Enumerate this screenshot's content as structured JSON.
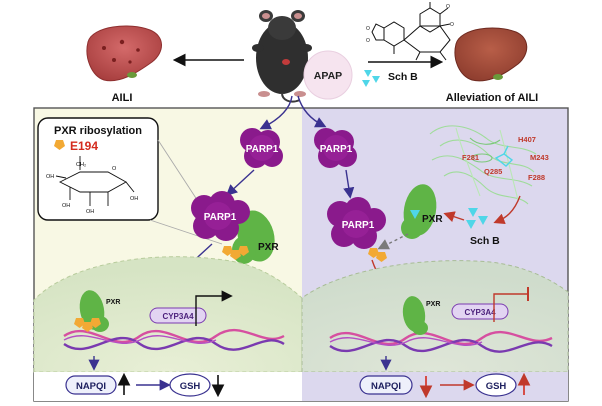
{
  "top": {
    "left_outcome": "AILI",
    "right_outcome": "Alleviation of AILI",
    "drug_label": "APAP",
    "compound_label": "Sch B"
  },
  "left_panel": {
    "ribosylation_title": "PXR ribosylation",
    "residue": "E194",
    "ch2": "CH₂",
    "oh_labels": [
      "OH",
      "OH",
      "OH",
      "OH"
    ],
    "ring_o": "O",
    "parp1_top": "PARP1",
    "parp1_complex": "PARP1",
    "pxr_complex": "PXR",
    "pxr_nucleus": "PXR",
    "gene": "CYP3A4",
    "napqi": "NAPQI",
    "gsh": "GSH"
  },
  "right_panel": {
    "parp1_top": "PARP1",
    "parp1_mid": "PARP1",
    "pxr_bound": "PXR",
    "schb": "Sch B",
    "residues": [
      "H407",
      "F281",
      "M243",
      "Q285",
      "F288"
    ],
    "pxr_nucleus": "PXR",
    "gene": "CYP3A4",
    "napqi": "NAPQI",
    "gsh": "GSH"
  },
  "colors": {
    "left_bg": "#f8f8e4",
    "right_bg": "#dcd8ee",
    "parp1": "#8a1a8c",
    "pxr": "#5fb446",
    "arrow_blue": "#3a3290",
    "arrow_red": "#c0392b",
    "red_text": "#d42b1e",
    "cyan": "#4fd6e8"
  }
}
